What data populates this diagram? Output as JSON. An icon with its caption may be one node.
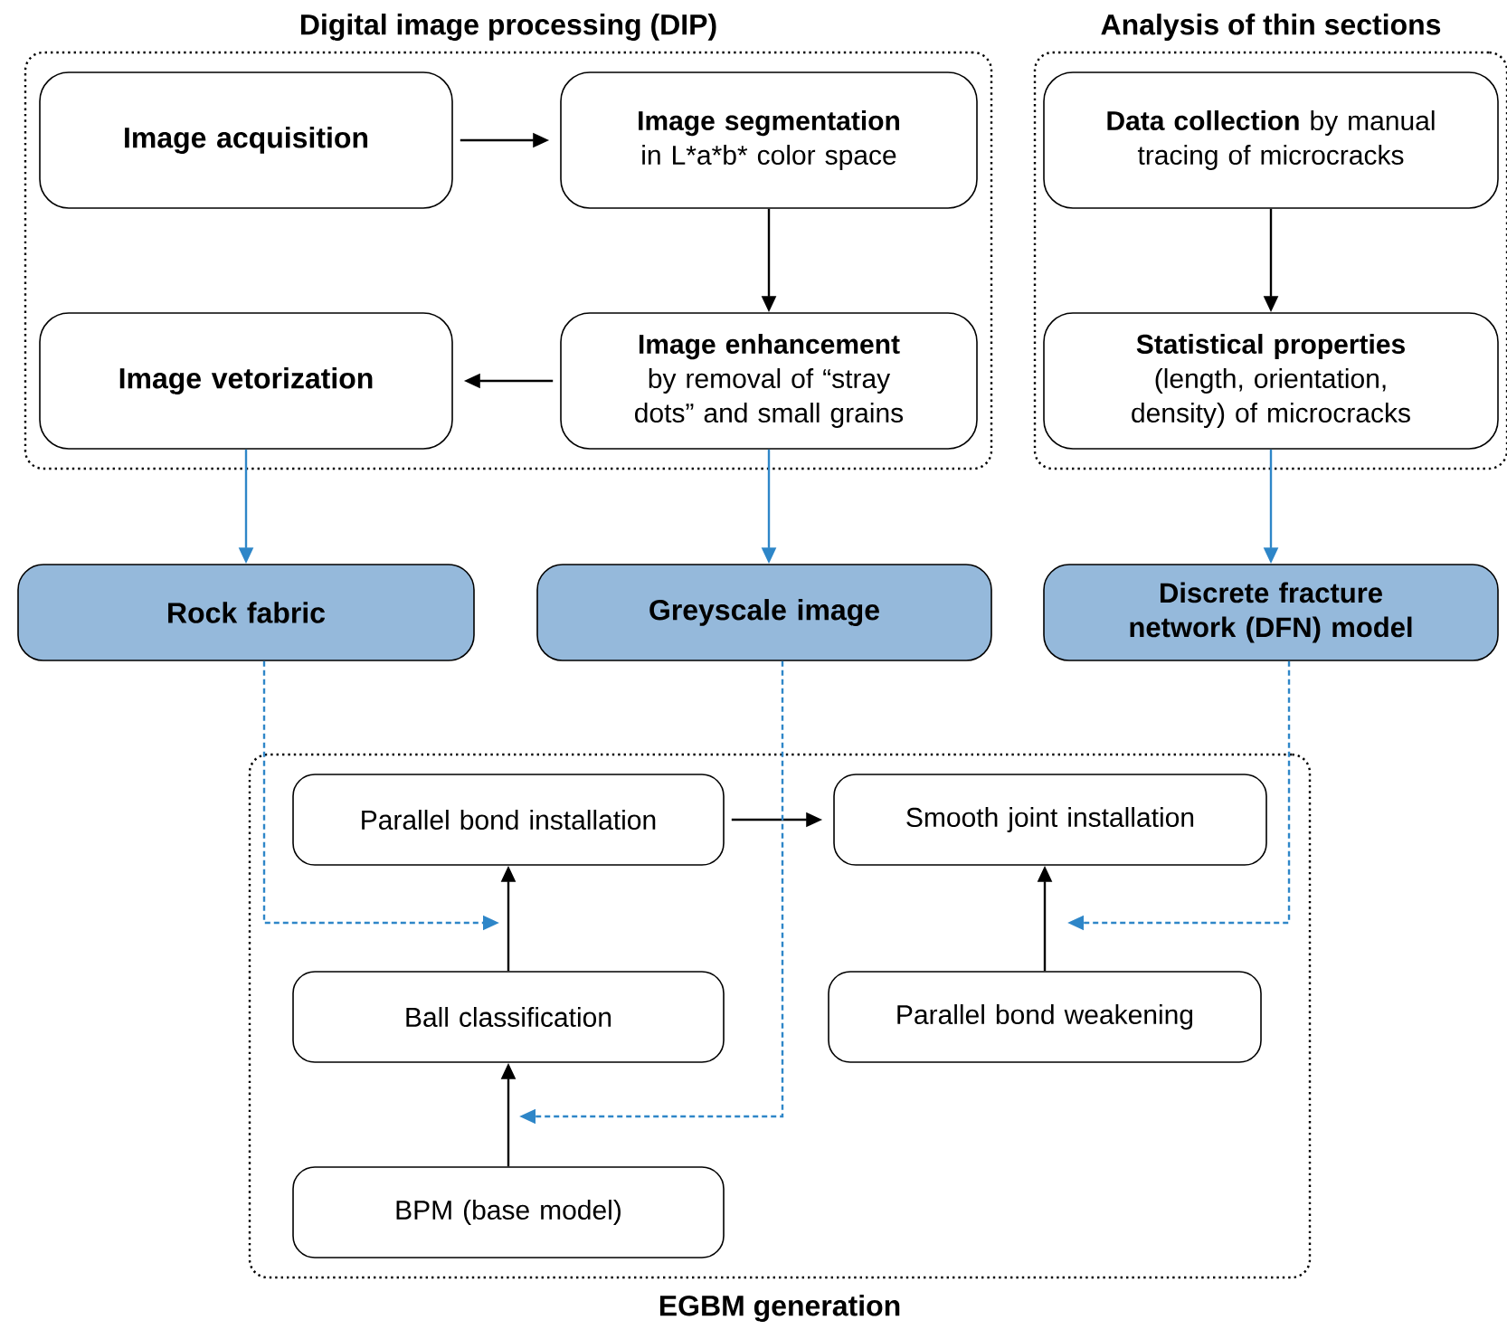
{
  "diagram": {
    "nodes": [
      {
        "text": [
          "Digital image processing (DIP)"
        ]
      },
      {
        "text": [
          "Image acquisition"
        ],
        "in": 0
      },
      {
        "text": [
          "**Image segmentation** in L*a*b* color space"
        ],
        "in": 0
      },
      {
        "text": [
          "**Image enhancement** by removal of “stray dots” and small grains"
        ],
        "in": 0
      },
      {
        "text": [
          "Image vetorization"
        ],
        "in": 0
      },
      {
        "text": [
          "Analysis of thin sections"
        ]
      },
      {
        "text": [
          "**Data collection** by manual tracing of microcracks"
        ],
        "in": 5
      },
      {
        "text": [
          "Statistical properties",
          "(length, orientation, density) of microcracks"
        ],
        "in": 5
      },
      {
        "text": [
          "Rock fabric"
        ]
      },
      {
        "text": [
          "Greyscale image"
        ]
      },
      {
        "text": [
          "Discrete fracture network (DFN) model"
        ]
      },
      {
        "text": [
          "EGBM generation"
        ]
      },
      {
        "text": [
          "Parallel bond installation"
        ],
        "in": 11
      },
      {
        "text": [
          "Smooth joint installation"
        ],
        "in": 11
      },
      {
        "text": [
          "Ball classification"
        ],
        "in": 11
      },
      {
        "text": [
          "Parallel bond weakening"
        ],
        "in": 11
      },
      {
        "text": [
          "BPM (base model)"
        ],
        "in": 11
      }
    ],
    "edges": [
      {
        "from": 1,
        "to": 2,
        "arrow": "to"
      },
      {
        "from": 2,
        "to": 3,
        "arrow": "to"
      },
      {
        "from": 3,
        "to": 4,
        "arrow": "to"
      },
      {
        "from": 6,
        "to": 7,
        "arrow": "to"
      },
      {
        "from": 4,
        "to": 8,
        "arrow": "to",
        "color": "#2e86c8"
      },
      {
        "from": 3,
        "to": 9,
        "arrow": "to",
        "color": "#2e86c8"
      },
      {
        "from": 7,
        "to": 10,
        "arrow": "to",
        "color": "#2e86c8"
      },
      {
        "from": 12,
        "to": 13,
        "arrow": "to"
      },
      {
        "from": 14,
        "to": 12,
        "arrow": "to"
      },
      {
        "from": 16,
        "to": 14,
        "arrow": "to"
      },
      {
        "from": 15,
        "to": 13,
        "arrow": "to"
      },
      {
        "from": 8,
        "to": null,
        "arrow": "to",
        "style": "dashed",
        "color": "#2e86c8"
      },
      {
        "from": 9,
        "to": null,
        "arrow": "to",
        "style": "dashed",
        "color": "#2e86c8"
      },
      {
        "from": 10,
        "to": null,
        "arrow": "to",
        "style": "dashed",
        "color": "#2e86c8"
      }
    ]
  }
}
